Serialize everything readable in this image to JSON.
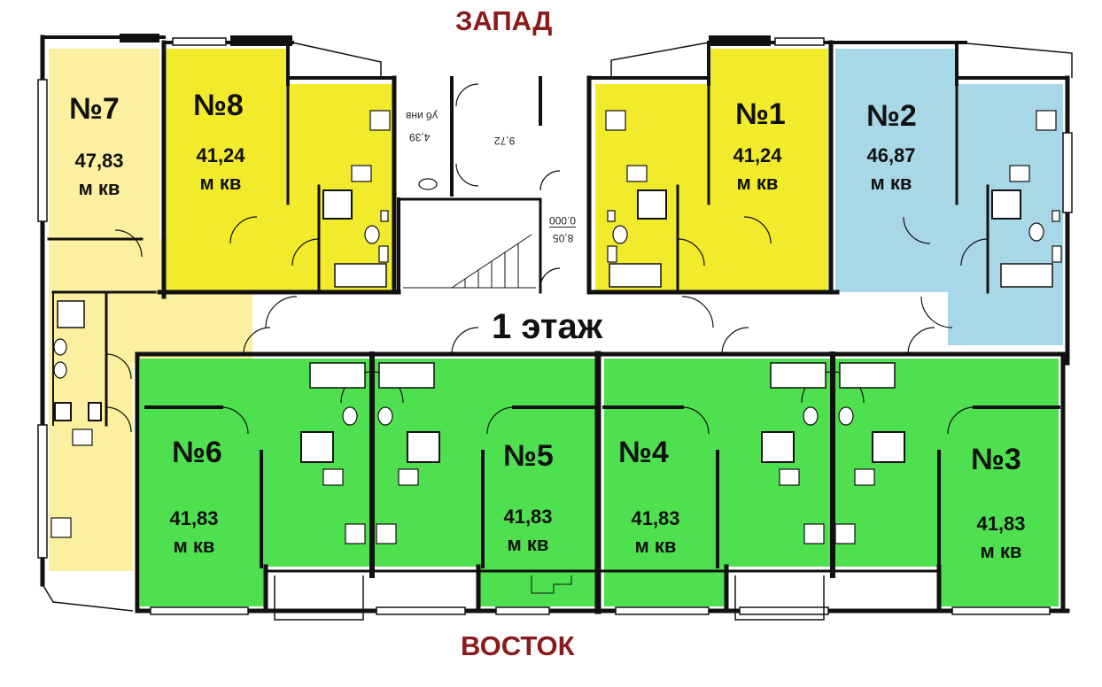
{
  "directions": {
    "west": "ЗАПАД",
    "east": "ВОСТОК"
  },
  "floor_label": "1 этаж",
  "apartments": [
    {
      "number": "№1",
      "area": "41,24",
      "unit": "м кв",
      "color": "#f2eb2c"
    },
    {
      "number": "№2",
      "area": "46,87",
      "unit": "м кв",
      "color": "#a8d8e8"
    },
    {
      "number": "№3",
      "area": "41,83",
      "unit": "м кв",
      "color": "#4fe04f"
    },
    {
      "number": "№4",
      "area": "41,83",
      "unit": "м кв",
      "color": "#4fe04f"
    },
    {
      "number": "№5",
      "area": "41,83",
      "unit": "м кв",
      "color": "#4fe04f"
    },
    {
      "number": "№6",
      "area": "41,83",
      "unit": "м кв",
      "color": "#4fe04f"
    },
    {
      "number": "№7",
      "area": "47,83",
      "unit": "м кв",
      "color": "#fbf0a0"
    },
    {
      "number": "№8",
      "area": "41,24",
      "unit": "м кв",
      "color": "#f2eb2c"
    }
  ],
  "dimension_labels": {
    "room_a": "4,39",
    "room_a_note": "уб инв",
    "room_b": "9,72",
    "stair_level": "0.000",
    "stair_area": "8,05"
  },
  "colors": {
    "wall": "#111111",
    "west_label": "#8b1a1a",
    "corridor": "#ffffff",
    "apt7": "#fbf0a0",
    "apt_yellow": "#f2eb2c",
    "apt2": "#a8d8e8",
    "apt_green": "#4fe04f"
  }
}
